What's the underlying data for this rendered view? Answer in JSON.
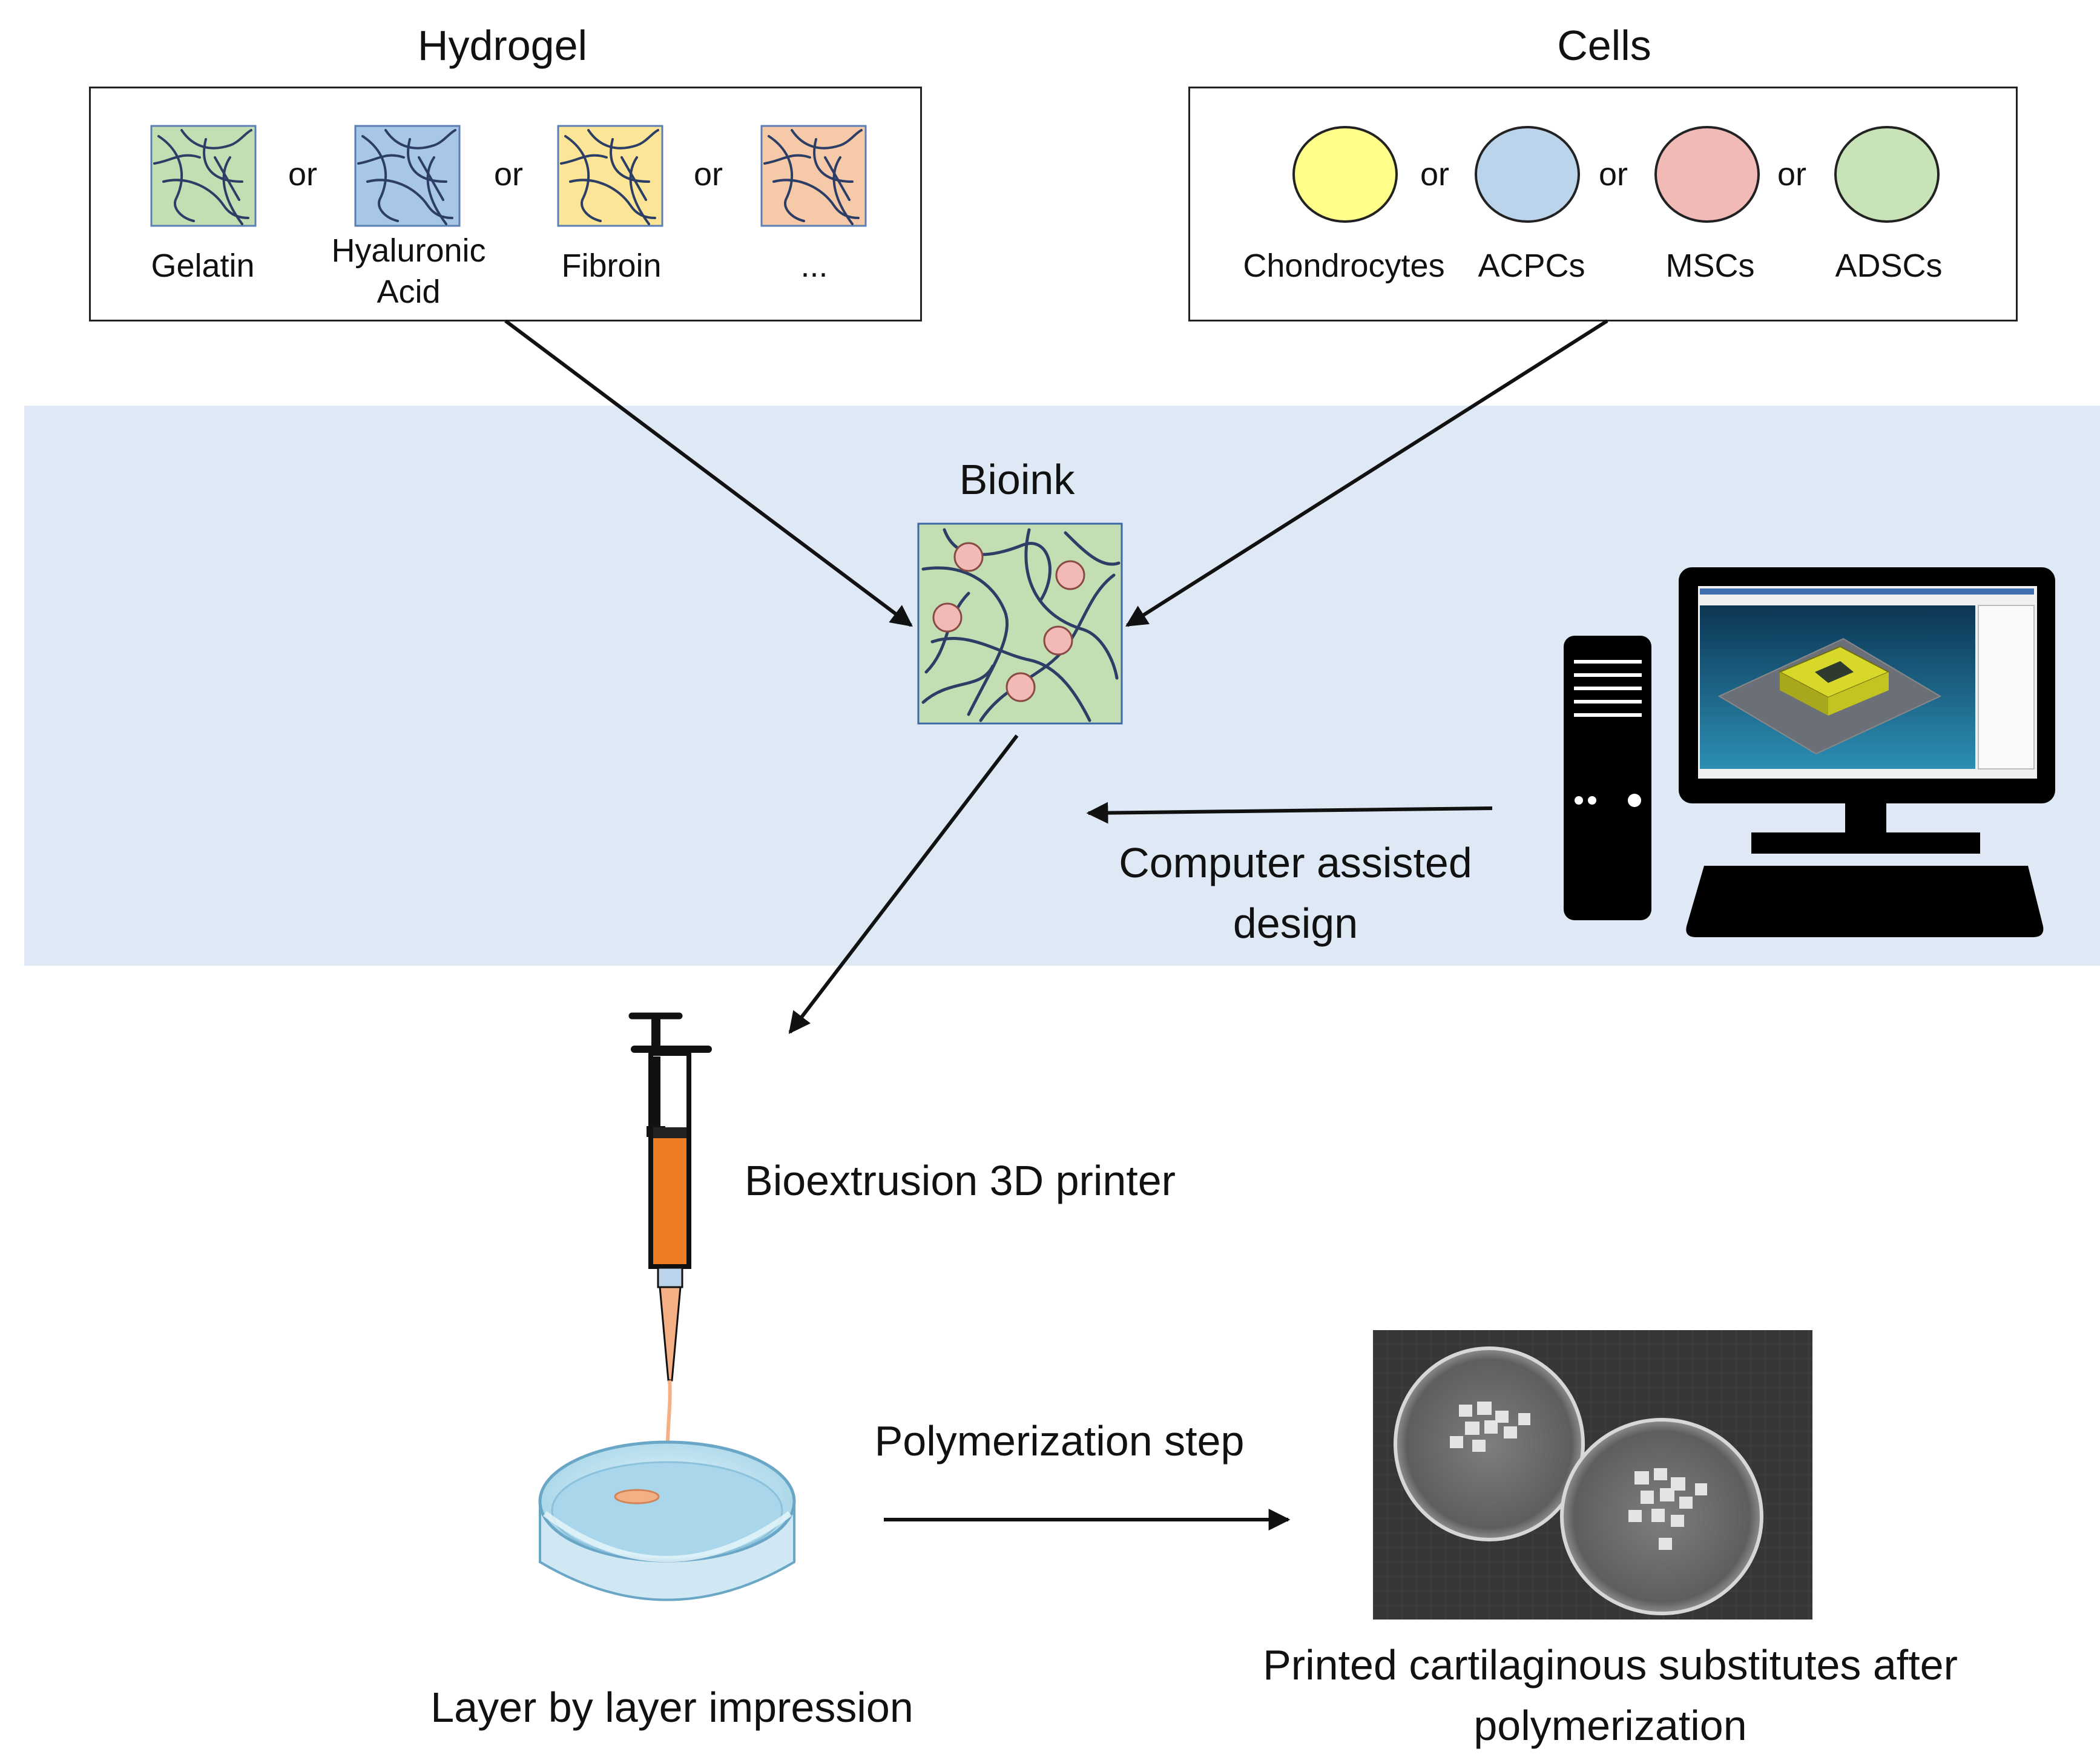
{
  "hydrogel": {
    "title": "Hydrogel",
    "or": "or",
    "items": [
      {
        "label": "Gelatin",
        "color": "#c4deb4"
      },
      {
        "label": "Hyaluronic Acid",
        "color": "#a8c6e6"
      },
      {
        "label": "Fibroin",
        "color": "#fce596"
      },
      {
        "label": "...",
        "color": "#f6c9a8"
      }
    ]
  },
  "cells": {
    "title": "Cells",
    "or": "or",
    "items": [
      {
        "label": "Chondrocytes",
        "color": "#ffff8a"
      },
      {
        "label": "ACPCs",
        "color": "#bcd3ec"
      },
      {
        "label": "MSCs",
        "color": "#f2bab6"
      },
      {
        "label": "ADSCs",
        "color": "#c8e3b8"
      }
    ]
  },
  "bioink": {
    "title": "Bioink",
    "fill": "#c4deb4",
    "cell_color": "#f2bab6"
  },
  "cad": {
    "label": "Computer assisted design"
  },
  "printer": {
    "label": "Bioextrusion 3D printer",
    "fill_color": "#ed7d23"
  },
  "layer": {
    "label": "Layer by layer impression"
  },
  "polymerization": {
    "label": "Polymerization step"
  },
  "result": {
    "label": "Printed cartilaginous substitutes after polymerization"
  },
  "colors": {
    "band": "#dee9f5",
    "fiber": "#2c3e66"
  }
}
